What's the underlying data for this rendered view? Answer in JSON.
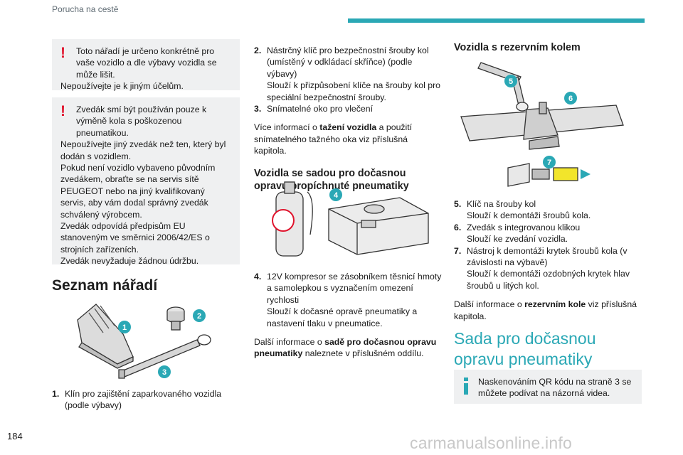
{
  "header": {
    "title": "Porucha na cestě"
  },
  "notes": [
    {
      "first": "Toto nářadí je určeno konkrétně pro vaše vozidlo a dle výbavy vozidla se může lišit.",
      "lines": [
        "Nepoužívejte je k jiným účelům."
      ]
    },
    {
      "first": "Zvedák smí být používán pouze k výměně kola s poškozenou pneumatikou.",
      "lines": [
        "Nepoužívejte jiný zvedák než ten, který byl dodán s vozidlem.",
        "Pokud není vozidlo vybaveno původním zvedákem, obraťte se na servis sítě PEUGEOT nebo na jiný kvalifikovaný servis, aby vám dodal správný zvedák schválený výrobcem.",
        "Zvedák odpovídá předpisům EU stanoveným ve směrnici 2006/42/ES o strojních zařízeních.",
        "Zvedák nevyžaduje žádnou údržbu."
      ]
    }
  ],
  "tools_heading": "Seznam nářadí",
  "badges": [
    "1",
    "2",
    "3",
    "4",
    "5",
    "6",
    "7"
  ],
  "items": {
    "i1": {
      "num": "1.",
      "text": "Klín pro zajištění zaparkovaného vozidla (podle výbavy)"
    },
    "i2": {
      "num": "2.",
      "lines": [
        "Nástrčný klíč pro bezpečnostní šrouby kol (umístěný v odkládací skříňce) (podle výbavy)",
        "Slouží k přizpůsobení klíče na šrouby kol pro speciální bezpečnostní šrouby."
      ]
    },
    "i3": {
      "num": "3.",
      "text": "Snímatelné oko pro vlečení"
    },
    "i4": {
      "num": "4.",
      "lines": [
        "12V kompresor se zásobníkem těsnicí hmoty a samolepkou s vyznačením omezení rychlosti",
        "Slouží k dočasné opravě pneumatiky a nastavení tlaku v pneumatice."
      ]
    },
    "i5": {
      "num": "5.",
      "lines": [
        "Klíč na šrouby kol",
        "Slouží k demontáži šroubů kola."
      ]
    },
    "i6": {
      "num": "6.",
      "lines": [
        "Zvedák s integrovanou klikou",
        "Slouží ke zvedání vozidla."
      ]
    },
    "i7": {
      "num": "7.",
      "lines": [
        "Nástroj k demontáži krytek šroubů kola (v závislosti na výbavě)",
        "Slouží k demontáži ozdobných krytek hlav šroubů u litých kol."
      ]
    }
  },
  "towing_info": {
    "pre": "Více informací o ",
    "bold": "tažení vozidla",
    "post": " a použití snímatelného tažného oka viz příslušná kapitola."
  },
  "kit_heading": "Vozidla se sadou pro dočasnou opravu propíchnuté pneumatiky",
  "kit_info": {
    "pre": "Další informace o ",
    "bold": "sadě pro dočasnou opravu pneumatiky",
    "post": " naleznete v příslušném oddílu."
  },
  "spare_heading": "Vozidla s rezervním kolem",
  "spare_info": {
    "pre": "Další informace o ",
    "bold": "rezervním kole",
    "post": " viz příslušná kapitola."
  },
  "repair_kit_heading": "Sada pro dočasnou opravu pneumatiky",
  "info_box": "Naskenováním QR kódu na straně 3 se můžete podívat na názorná videa.",
  "page_number": "184",
  "watermark": "carmanualsonline.info",
  "colors": {
    "accent": "#2aa8b5",
    "warning": "#e0142d",
    "note_bg": "#eff0f1"
  }
}
